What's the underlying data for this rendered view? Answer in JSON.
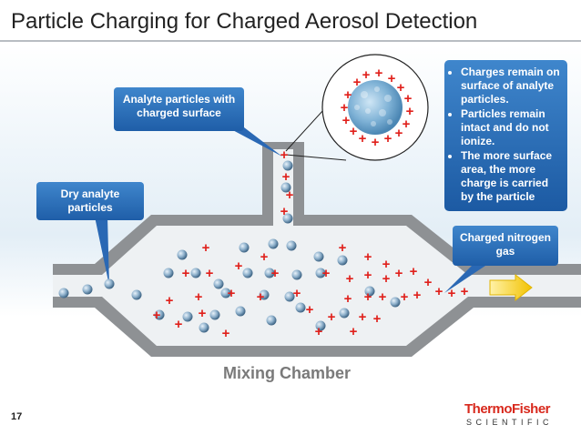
{
  "slide": {
    "title": "Particle Charging for Charged Aerosol Detection",
    "page_number": "17",
    "chamber_label": "Mixing Chamber"
  },
  "callouts": {
    "analyte": "Analyte particles with charged surface",
    "dry": "Dry analyte particles",
    "charged_gas": "Charged nitrogen gas"
  },
  "info_bullets": [
    {
      "text": "Charges remain on surface of analyte particles."
    },
    {
      "text": "Particles remain intact and do not ionize."
    },
    {
      "text": "The more surface area, the more charge is carried by the particle"
    }
  ],
  "logo": {
    "top": "ThermoFisher",
    "bottom": "SCIENTIFIC"
  },
  "colors": {
    "accent_blue": "#2e6fb8",
    "plus_red": "#e0201b",
    "chamber_gray": "#8e9194",
    "logo_red": "#d8291d"
  }
}
